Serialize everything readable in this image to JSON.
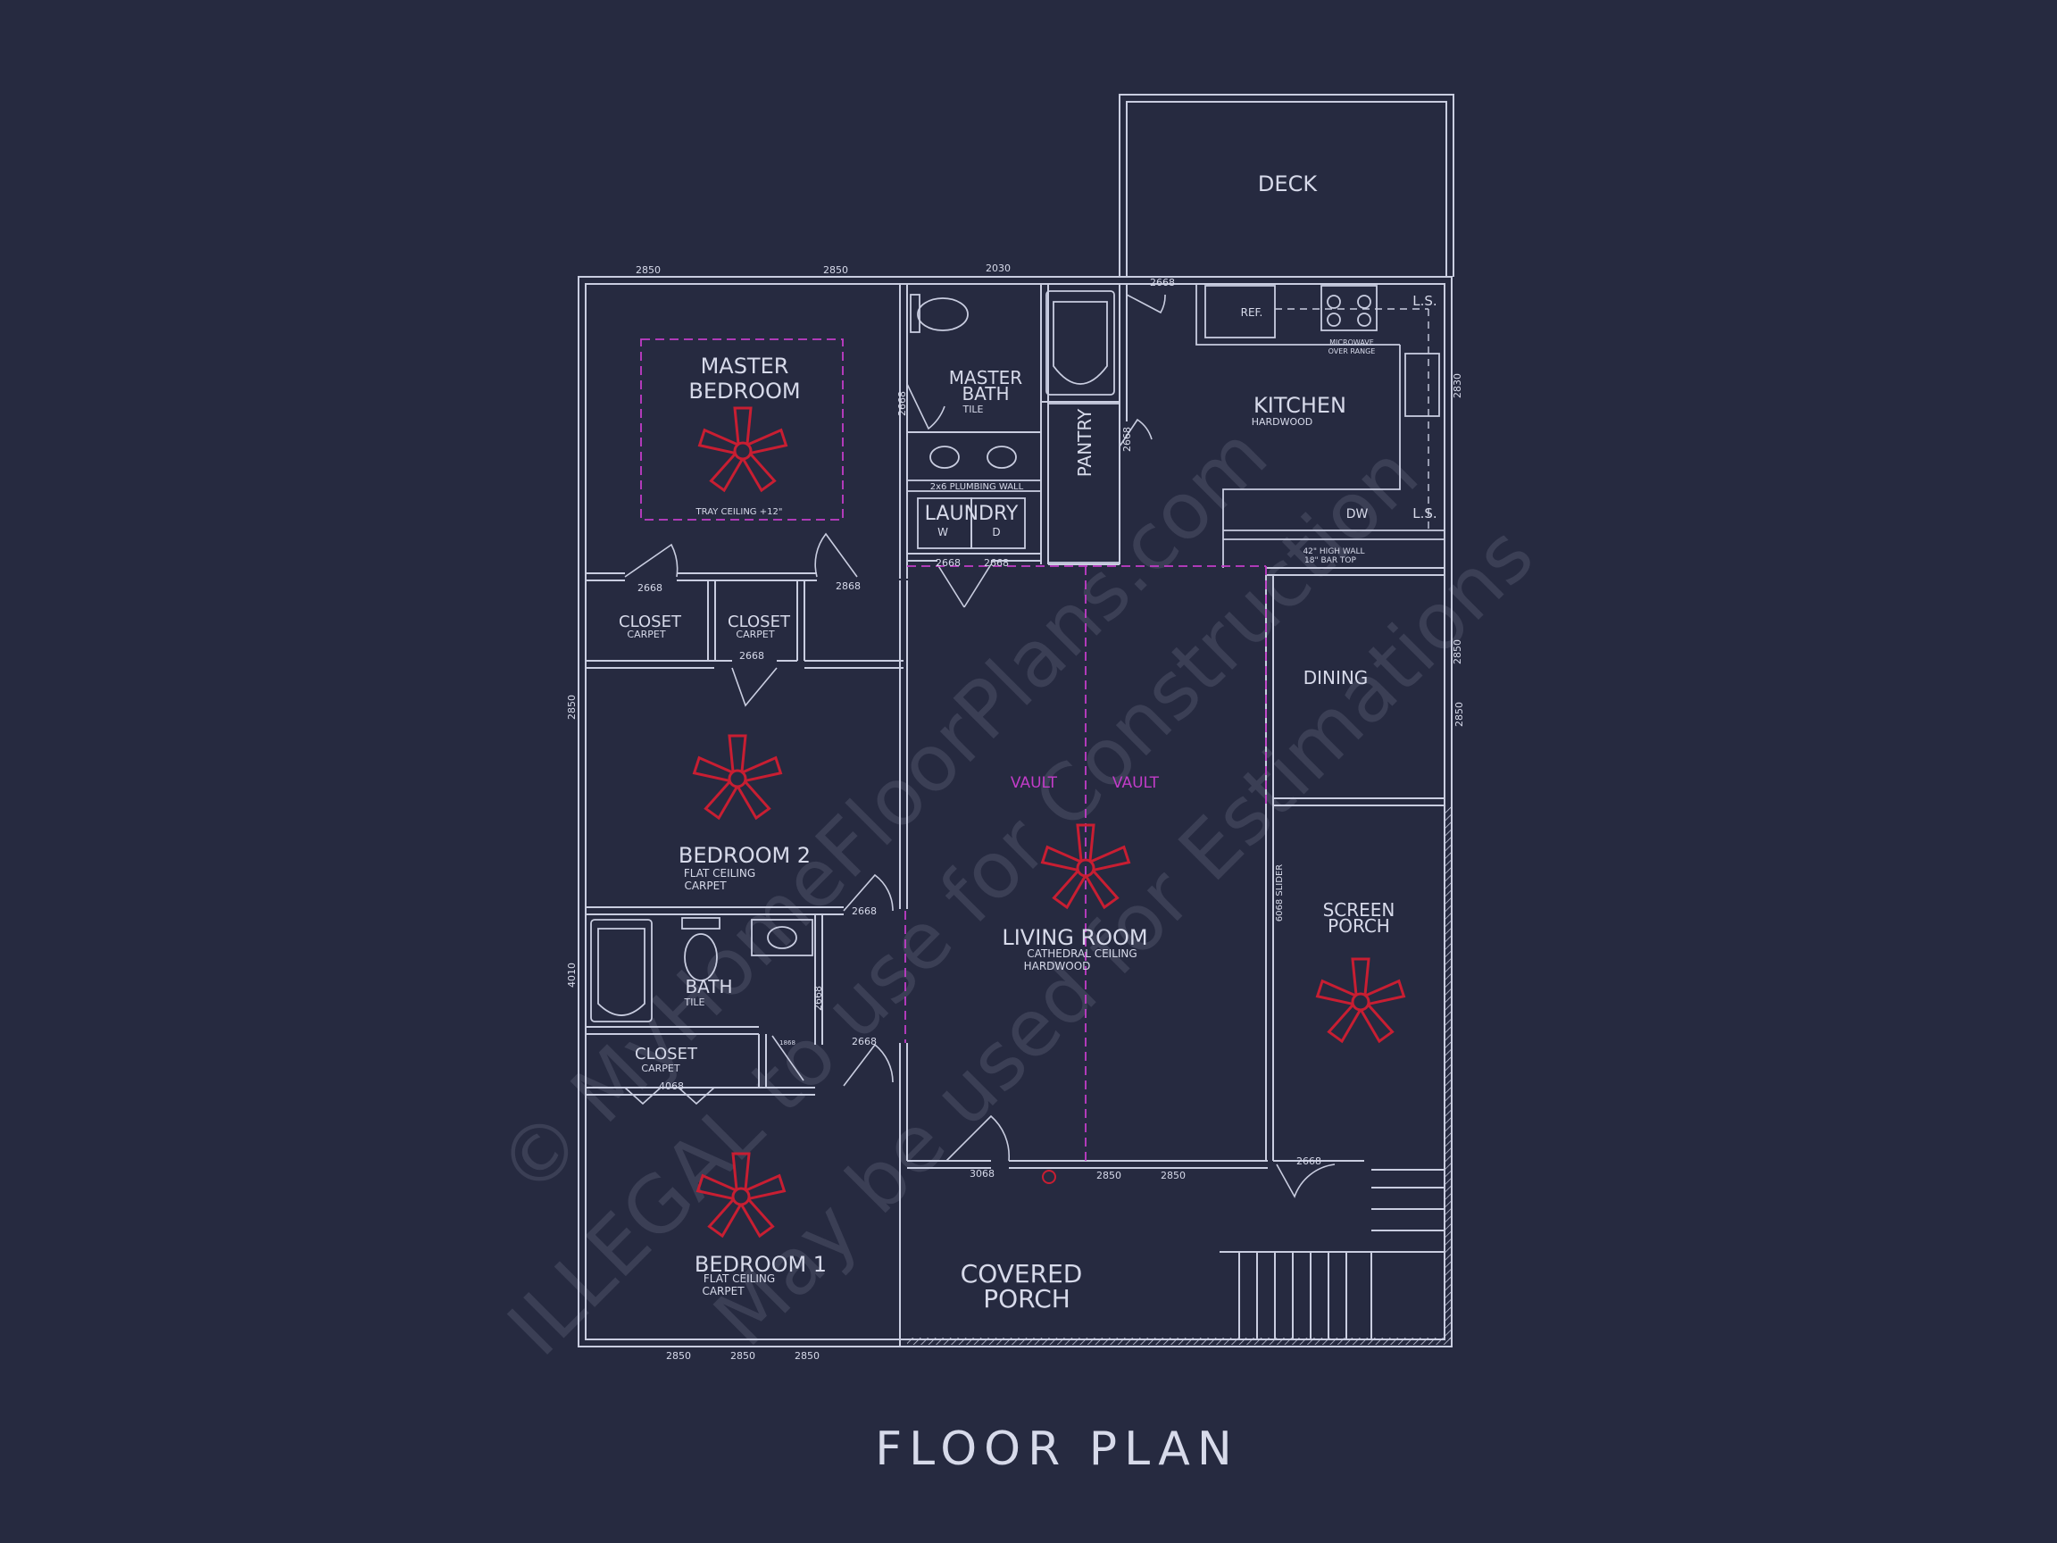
{
  "colors": {
    "background": "#262a40",
    "line": "#c9cde0",
    "ceiling_fan": "#c81e32",
    "vault": "#c23cc8",
    "watermark": "#3b3f55"
  },
  "title": "FLOOR PLAN",
  "rooms": {
    "deck": "DECK",
    "master_bedroom": "MASTER BEDROOM",
    "master_bedroom_l1": "MASTER",
    "master_bedroom_l2": "BEDROOM",
    "tray_ceiling": "TRAY CEILING +12\"",
    "master_bath_l1": "MASTER",
    "master_bath_l2": "BATH",
    "master_bath_floor": "TILE",
    "pantry": "PANTRY",
    "plumbing_wall": "2x6 PLUMBING WALL",
    "laundry": "LAUNDRY",
    "washer": "W",
    "dryer": "D",
    "kitchen": "KITCHEN",
    "kitchen_floor": "HARDWOOD",
    "refrigerator": "REF.",
    "microwave_l1": "MICROWAVE",
    "microwave_l2": "OVER RANGE",
    "lazy_susan_top": "L.S.",
    "lazy_susan_bottom": "L.S.",
    "dishwasher": "DW",
    "bar_l1": "42\" HIGH WALL",
    "bar_l2": "18\" BAR TOP",
    "closet_1": "CLOSET",
    "closet_1_floor": "CARPET",
    "closet_2": "CLOSET",
    "closet_2_floor": "CARPET",
    "dining": "DINING",
    "vault_left": "VAULT",
    "vault_right": "VAULT",
    "bedroom2": "BEDROOM  2",
    "bedroom2_ceiling": "FLAT CEILING",
    "bedroom2_floor": "CARPET",
    "living_room": "LIVING ROOM",
    "living_ceiling": "CATHEDRAL CEILING",
    "living_floor": "HARDWOOD",
    "screen_porch_l1": "SCREEN",
    "screen_porch_l2": "PORCH",
    "slider": "6068 SLIDER",
    "bath": "BATH",
    "bath_floor": "TILE",
    "closet_3": "CLOSET",
    "closet_3_floor": "CARPET",
    "bedroom1": "BEDROOM  1",
    "bedroom1_ceiling": "FLAT CEILING",
    "bedroom1_floor": "CARPET",
    "covered_porch_l1": "COVERED",
    "covered_porch_l2": "PORCH"
  },
  "dimensions": {
    "top_window_1": "2850",
    "top_window_2": "2850",
    "top_window_3": "2030",
    "deck_door": "2668",
    "master_bath_door": "2668",
    "pantry_door": "2668",
    "kitchen_window": "2830",
    "laundry_door_1": "2668",
    "laundry_door_2": "2668",
    "master_closet_door": "2668",
    "master_bed_door": "2868",
    "closet2_door": "2668",
    "left_window": "2850",
    "right_window_1": "2850",
    "right_window_2": "2850",
    "bedroom2_door": "2668",
    "bath_window": "4010",
    "bath_door": "2668",
    "linen": "1868",
    "closet3_door": "4068",
    "bedroom1_door": "2668",
    "front_door": "3068",
    "front_window_1": "2850",
    "front_window_2": "2850",
    "screen_door": "2668",
    "bottom_window_1": "2850",
    "bottom_window_2": "2850",
    "bottom_window_3": "2850"
  },
  "watermark": {
    "line1": "© MyHomeFloorPlans.com",
    "line2": "ILLEGAL to use for Construction",
    "line3": "May be used for Estimations"
  }
}
